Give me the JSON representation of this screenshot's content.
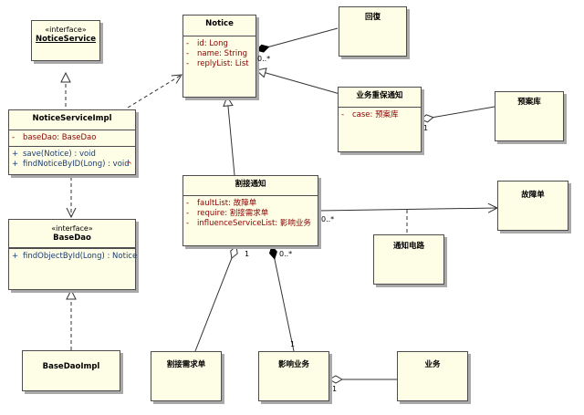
{
  "classes": {
    "notice_service": {
      "stereotype": "«interface»",
      "name": "NoticeService"
    },
    "notice_service_impl": {
      "name": "NoticeServiceImpl",
      "attributes": [
        {
          "vis": "-",
          "text": "baseDao:  BaseDao"
        }
      ],
      "operations": [
        {
          "vis": "+",
          "text": "save(Notice) : void"
        },
        {
          "vis": "+",
          "text": "findNoticeByID(Long) : void"
        }
      ]
    },
    "base_dao": {
      "stereotype": "«interface»",
      "name": "BaseDao",
      "operations": [
        {
          "vis": "+",
          "text": "findObjectById(Long) : Notice"
        }
      ]
    },
    "base_dao_impl": {
      "name": "BaseDaoImpl"
    },
    "notice": {
      "name": "Notice",
      "attributes": [
        {
          "vis": "-",
          "text": "id:  Long"
        },
        {
          "vis": "-",
          "text": "name:  String"
        },
        {
          "vis": "-",
          "text": "replyList:  List"
        }
      ]
    },
    "reply": {
      "name": "回復"
    },
    "business_report": {
      "name": "业务重保通知",
      "attributes": [
        {
          "vis": "-",
          "text": "case:  预案库"
        }
      ]
    },
    "plan_library": {
      "name": "预案库"
    },
    "maintenance_notice": {
      "name": "割接通知",
      "attributes": [
        {
          "vis": "-",
          "text": "faultList:  故障单"
        },
        {
          "vis": "-",
          "text": "require:  割接需求单"
        },
        {
          "vis": "-",
          "text": "influenceServiceList:  影响业务"
        }
      ]
    },
    "fault_ticket": {
      "name": "故障单"
    },
    "notify_phone": {
      "name": "通知电路"
    },
    "maintenance_request": {
      "name": "割接需求单"
    },
    "affected_business": {
      "name": "影响业务"
    },
    "business": {
      "name": "业务"
    }
  },
  "multiplicities": {
    "notice_reply": "0..*",
    "report_plan": "1",
    "maint_fault": "0..*",
    "maint_request": "1",
    "maint_affected_src": "0..*",
    "maint_affected_dst": "1",
    "affected_business": "1"
  },
  "marks": {
    "impl_ops": "^"
  }
}
